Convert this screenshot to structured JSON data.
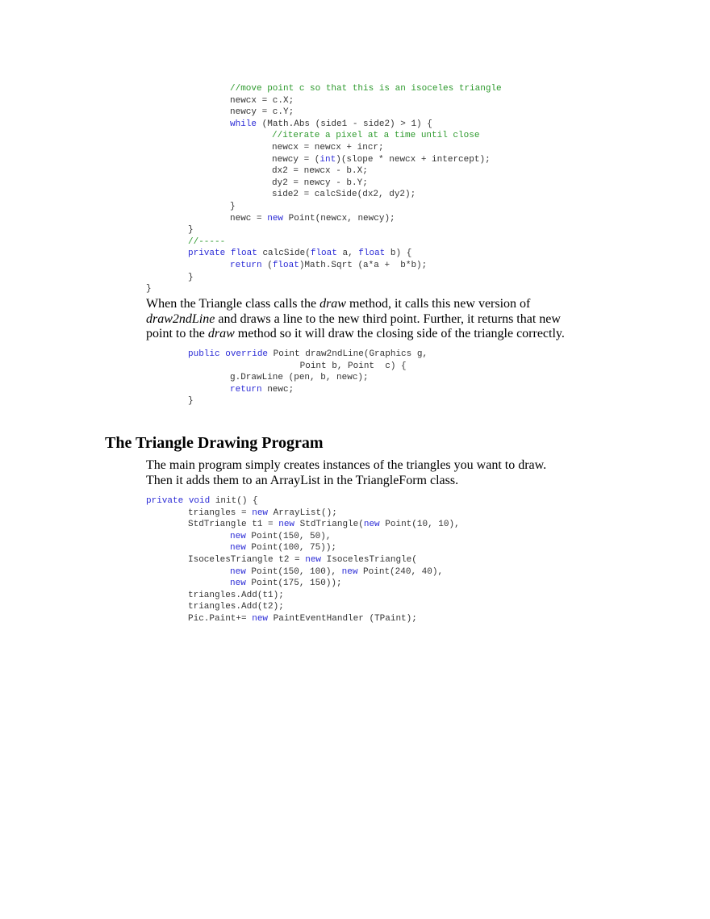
{
  "code_block_1": {
    "lines": [
      {
        "indent": 4,
        "segments": [
          {
            "t": "//move point c so that this is an isoceles triangle",
            "c": "cm"
          }
        ]
      },
      {
        "indent": 4,
        "segments": [
          {
            "t": "newcx = c.X;",
            "c": ""
          }
        ]
      },
      {
        "indent": 4,
        "segments": [
          {
            "t": "newcy = c.Y;",
            "c": ""
          }
        ]
      },
      {
        "indent": 4,
        "segments": [
          {
            "t": "while",
            "c": "kw"
          },
          {
            "t": " (Math.Abs (side1 - side2) > 1) {",
            "c": ""
          }
        ]
      },
      {
        "indent": 5,
        "segments": [
          {
            "t": "//iterate a pixel at a time until close",
            "c": "cm"
          }
        ]
      },
      {
        "indent": 5,
        "segments": [
          {
            "t": "newcx = newcx + incr;",
            "c": ""
          }
        ]
      },
      {
        "indent": 5,
        "segments": [
          {
            "t": "newcy = (",
            "c": ""
          },
          {
            "t": "int",
            "c": "kw"
          },
          {
            "t": ")(slope * newcx + intercept);",
            "c": ""
          }
        ]
      },
      {
        "indent": 5,
        "segments": [
          {
            "t": "dx2 = newcx - b.X;",
            "c": ""
          }
        ]
      },
      {
        "indent": 5,
        "segments": [
          {
            "t": "dy2 = newcy - b.Y;",
            "c": ""
          }
        ]
      },
      {
        "indent": 5,
        "segments": [
          {
            "t": "side2 = calcSide(dx2, dy2);",
            "c": ""
          }
        ]
      },
      {
        "indent": 4,
        "segments": [
          {
            "t": "}",
            "c": ""
          }
        ]
      },
      {
        "indent": 4,
        "segments": [
          {
            "t": "newc = ",
            "c": ""
          },
          {
            "t": "new",
            "c": "kw"
          },
          {
            "t": " Point(newcx, newcy);",
            "c": ""
          }
        ]
      },
      {
        "indent": 3,
        "segments": [
          {
            "t": "}",
            "c": ""
          }
        ]
      },
      {
        "indent": 3,
        "segments": [
          {
            "t": "//-----",
            "c": "cm"
          }
        ]
      },
      {
        "indent": 3,
        "segments": [
          {
            "t": "private",
            "c": "kw"
          },
          {
            "t": " ",
            "c": ""
          },
          {
            "t": "float",
            "c": "kw"
          },
          {
            "t": " calcSide(",
            "c": ""
          },
          {
            "t": "float",
            "c": "kw"
          },
          {
            "t": " a, ",
            "c": ""
          },
          {
            "t": "float",
            "c": "kw"
          },
          {
            "t": " b) {",
            "c": ""
          }
        ]
      },
      {
        "indent": 4,
        "segments": [
          {
            "t": "return",
            "c": "kw"
          },
          {
            "t": " (",
            "c": ""
          },
          {
            "t": "float",
            "c": "kw"
          },
          {
            "t": ")Math.Sqrt (a*a +  b*b);",
            "c": ""
          }
        ]
      },
      {
        "indent": 3,
        "segments": [
          {
            "t": "}",
            "c": ""
          }
        ]
      },
      {
        "indent": 2,
        "segments": [
          {
            "t": "}",
            "c": ""
          }
        ]
      }
    ]
  },
  "paragraph_1": {
    "parts": [
      {
        "t": "When the Triangle class calls the ",
        "i": false
      },
      {
        "t": "draw",
        "i": true
      },
      {
        "t": " method, it calls this new version of ",
        "i": false
      },
      {
        "t": "draw2ndLine",
        "i": true
      },
      {
        "t": " and draws a line to the new third point. Further, it returns that new point to the ",
        "i": false
      },
      {
        "t": "draw",
        "i": true
      },
      {
        "t": " method so it will draw the closing side of the triangle correctly.",
        "i": false
      }
    ]
  },
  "code_block_2": {
    "lines": [
      {
        "indent": 3,
        "segments": [
          {
            "t": "public",
            "c": "kw"
          },
          {
            "t": " ",
            "c": ""
          },
          {
            "t": "override",
            "c": "kw"
          },
          {
            "t": " Point draw2ndLine(Graphics g,",
            "c": ""
          }
        ]
      },
      {
        "indent": 3,
        "segments": [
          {
            "t": "                     Point b, Point  c) {",
            "c": ""
          }
        ]
      },
      {
        "indent": 4,
        "segments": [
          {
            "t": "g.DrawLine (pen, b, newc);",
            "c": ""
          }
        ]
      },
      {
        "indent": 4,
        "segments": [
          {
            "t": "return",
            "c": "kw"
          },
          {
            "t": " newc;",
            "c": ""
          }
        ]
      },
      {
        "indent": 3,
        "segments": [
          {
            "t": "}",
            "c": ""
          }
        ]
      }
    ]
  },
  "section": {
    "heading": "The Triangle Drawing Program"
  },
  "paragraph_2": {
    "parts": [
      {
        "t": "The main program simply creates instances of the triangles you want to draw. Then it adds them to an ArrayList in the TriangleForm class.",
        "i": false
      }
    ]
  },
  "code_block_3": {
    "lines": [
      {
        "indent": 2,
        "segments": [
          {
            "t": "private",
            "c": "kw"
          },
          {
            "t": " ",
            "c": ""
          },
          {
            "t": "void",
            "c": "kw"
          },
          {
            "t": " init() {",
            "c": ""
          }
        ]
      },
      {
        "indent": 3,
        "segments": [
          {
            "t": "triangles = ",
            "c": ""
          },
          {
            "t": "new",
            "c": "kw"
          },
          {
            "t": " ArrayList();",
            "c": ""
          }
        ]
      },
      {
        "indent": 3,
        "segments": [
          {
            "t": "StdTriangle t1 = ",
            "c": ""
          },
          {
            "t": "new",
            "c": "kw"
          },
          {
            "t": " StdTriangle(",
            "c": ""
          },
          {
            "t": "new",
            "c": "kw"
          },
          {
            "t": " Point(10, 10),",
            "c": ""
          }
        ]
      },
      {
        "indent": 4,
        "segments": [
          {
            "t": "new",
            "c": "kw"
          },
          {
            "t": " Point(150, 50),",
            "c": ""
          }
        ]
      },
      {
        "indent": 4,
        "segments": [
          {
            "t": "new",
            "c": "kw"
          },
          {
            "t": " Point(100, 75));",
            "c": ""
          }
        ]
      },
      {
        "indent": 3,
        "segments": [
          {
            "t": "IsocelesTriangle t2 = ",
            "c": ""
          },
          {
            "t": "new",
            "c": "kw"
          },
          {
            "t": " IsocelesTriangle(",
            "c": ""
          }
        ]
      },
      {
        "indent": 4,
        "segments": [
          {
            "t": "new",
            "c": "kw"
          },
          {
            "t": " Point(150, 100), ",
            "c": ""
          },
          {
            "t": "new",
            "c": "kw"
          },
          {
            "t": " Point(240, 40),",
            "c": ""
          }
        ]
      },
      {
        "indent": 4,
        "segments": [
          {
            "t": "new",
            "c": "kw"
          },
          {
            "t": " Point(175, 150));",
            "c": ""
          }
        ]
      },
      {
        "indent": 3,
        "segments": [
          {
            "t": "triangles.Add(t1);",
            "c": ""
          }
        ]
      },
      {
        "indent": 3,
        "segments": [
          {
            "t": "triangles.Add(t2);",
            "c": ""
          }
        ]
      },
      {
        "indent": 3,
        "segments": [
          {
            "t": "Pic.Paint+= ",
            "c": ""
          },
          {
            "t": "new",
            "c": "kw"
          },
          {
            "t": " PaintEventHandler (TPaint);",
            "c": ""
          }
        ]
      }
    ]
  },
  "colors": {
    "keyword": "#2b2bd6",
    "comment": "#2e9a2e",
    "code_text": "#333333",
    "body_text": "#000000",
    "background": "#ffffff"
  }
}
